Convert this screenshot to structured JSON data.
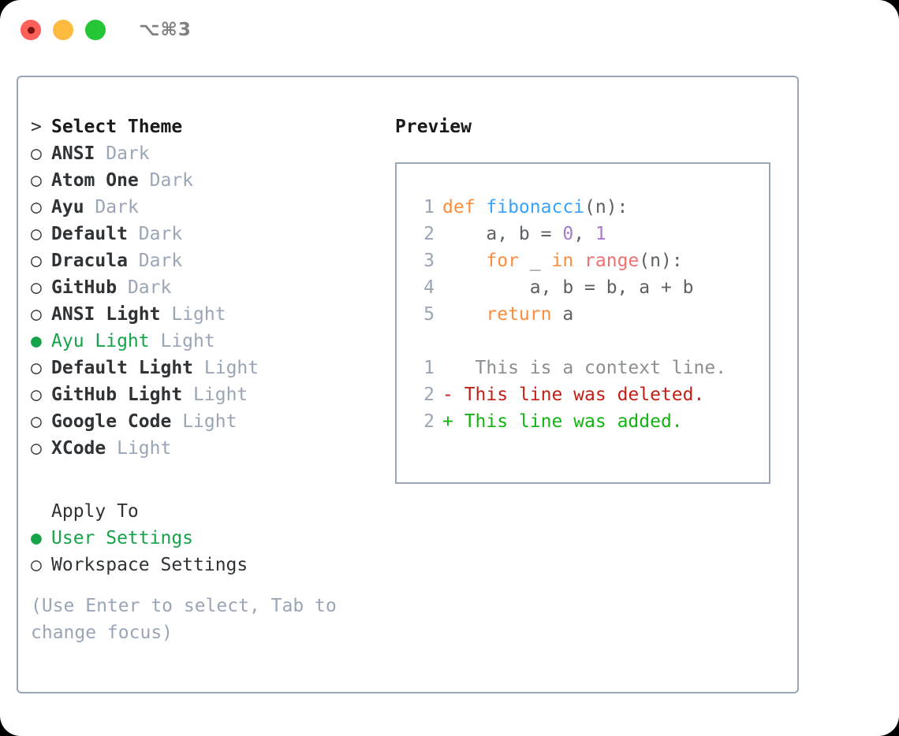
{
  "titlebar": {
    "shortcut": "⌥⌘3",
    "dots": [
      {
        "name": "close-dot",
        "color": "#fc6058"
      },
      {
        "name": "minimize-dot",
        "color": "#fdbc40"
      },
      {
        "name": "maximize-dot",
        "color": "#24c636"
      }
    ]
  },
  "theme_picker": {
    "heading": "Select Theme",
    "heading_marker": ">",
    "items": [
      {
        "marker": "○",
        "name": "ANSI",
        "tag": "Dark",
        "selected": false
      },
      {
        "marker": "○",
        "name": "Atom One",
        "tag": "Dark",
        "selected": false
      },
      {
        "marker": "○",
        "name": "Ayu",
        "tag": "Dark",
        "selected": false
      },
      {
        "marker": "○",
        "name": "Default",
        "tag": "Dark",
        "selected": false
      },
      {
        "marker": "○",
        "name": "Dracula",
        "tag": "Dark",
        "selected": false
      },
      {
        "marker": "○",
        "name": "GitHub",
        "tag": "Dark",
        "selected": false
      },
      {
        "marker": "○",
        "name": "ANSI Light",
        "tag": "Light",
        "selected": false
      },
      {
        "marker": "●",
        "name": "Ayu Light",
        "tag": "Light",
        "selected": true
      },
      {
        "marker": "○",
        "name": "Default Light",
        "tag": "Light",
        "selected": false
      },
      {
        "marker": "○",
        "name": "GitHub Light",
        "tag": "Light",
        "selected": false
      },
      {
        "marker": "○",
        "name": "Google Code",
        "tag": "Light",
        "selected": false
      },
      {
        "marker": "○",
        "name": "XCode",
        "tag": "Light",
        "selected": false
      }
    ]
  },
  "apply_to": {
    "heading": "Apply To",
    "options": [
      {
        "marker": "●",
        "label": "User Settings",
        "selected": true
      },
      {
        "marker": "○",
        "label": "Workspace Settings",
        "selected": false
      }
    ]
  },
  "hint": {
    "line1": "(Use Enter to select, Tab to",
    "line2": "change focus)"
  },
  "preview": {
    "title": "Preview",
    "code_lines": [
      {
        "lineno": "1",
        "tokens": [
          {
            "text": "def ",
            "kind": "kw"
          },
          {
            "text": "fibonacci",
            "kind": "fn"
          },
          {
            "text": "(n):",
            "kind": "pl"
          }
        ]
      },
      {
        "lineno": "2",
        "tokens": [
          {
            "text": "    a, b = ",
            "kind": "pl"
          },
          {
            "text": "0",
            "kind": "num"
          },
          {
            "text": ", ",
            "kind": "pl"
          },
          {
            "text": "1",
            "kind": "num"
          }
        ]
      },
      {
        "lineno": "3",
        "tokens": [
          {
            "text": "    ",
            "kind": "pl"
          },
          {
            "text": "for",
            "kind": "kw"
          },
          {
            "text": " _ ",
            "kind": "pl"
          },
          {
            "text": "in",
            "kind": "kw"
          },
          {
            "text": " ",
            "kind": "pl"
          },
          {
            "text": "range",
            "kind": "bi"
          },
          {
            "text": "(n):",
            "kind": "pl"
          }
        ]
      },
      {
        "lineno": "4",
        "tokens": [
          {
            "text": "        a, b = b, a + b",
            "kind": "pl"
          }
        ]
      },
      {
        "lineno": "5",
        "tokens": [
          {
            "text": "    ",
            "kind": "pl"
          },
          {
            "text": "return",
            "kind": "kw"
          },
          {
            "text": " a",
            "kind": "pl"
          }
        ]
      }
    ],
    "diff_lines": [
      {
        "lineno": "1",
        "marker": " ",
        "text": "  This is a context line.",
        "kind": "ctx"
      },
      {
        "lineno": "2",
        "marker": "-",
        "text": " This line was deleted.",
        "kind": "del"
      },
      {
        "lineno": "2",
        "marker": "+",
        "text": " This line was added.",
        "kind": "add"
      }
    ]
  },
  "colors": {
    "accent_green": "#16a34a",
    "muted": "#9aa5b5",
    "border": "#9aa5b5",
    "keyword": "#fa8d3e",
    "function": "#37a3fa",
    "number": "#a37acc",
    "builtin": "#f07171",
    "plain": "#5c6166",
    "diff_deleted": "#c21f16",
    "diff_added": "#12b312",
    "diff_context": "#8a8f94"
  }
}
